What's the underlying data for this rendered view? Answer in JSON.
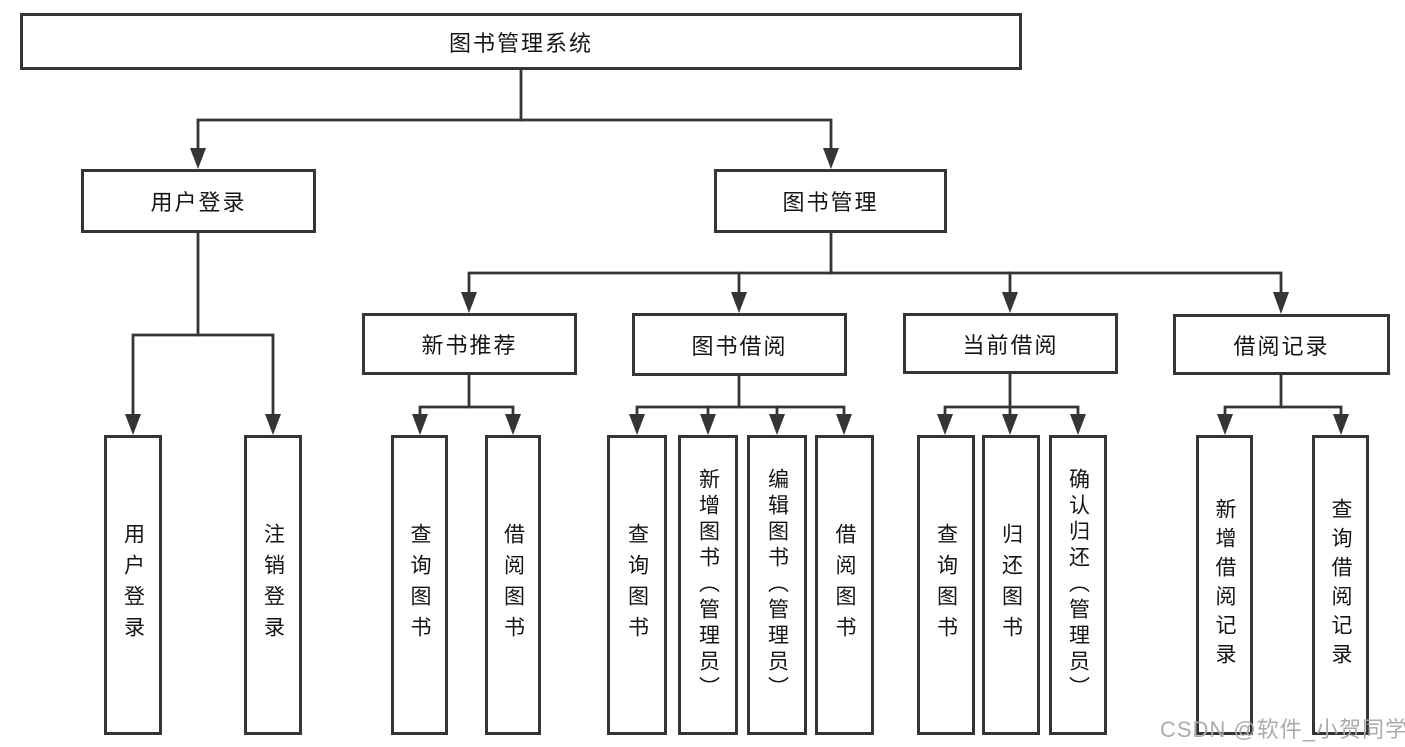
{
  "colors": {
    "background": "#ffffff",
    "line": "#353535",
    "box_border": "#353535",
    "text": "#151515",
    "watermark": "#ababab"
  },
  "diagram": {
    "root": {
      "label": "图书管理系统"
    },
    "branches": [
      {
        "label": "用户登录"
      },
      {
        "label": "图书管理"
      }
    ],
    "modules": [
      {
        "label": "新书推荐"
      },
      {
        "label": "图书借阅"
      },
      {
        "label": "当前借阅"
      },
      {
        "label": "借阅记录"
      }
    ],
    "leaves": [
      {
        "label": "用户登录"
      },
      {
        "label": "注销登录"
      },
      {
        "label": "查询图书"
      },
      {
        "label": "借阅图书"
      },
      {
        "label": "查询图书"
      },
      {
        "label": "新增图书（管理员）"
      },
      {
        "label": "编辑图书（管理员）"
      },
      {
        "label": "借阅图书"
      },
      {
        "label": "查询图书"
      },
      {
        "label": "归还图书"
      },
      {
        "label": "确认归还（管理员）"
      },
      {
        "label": "新增借阅记录"
      },
      {
        "label": "查询借阅记录"
      }
    ]
  },
  "watermark": {
    "text": "CSDN @软件_小贺同学"
  }
}
